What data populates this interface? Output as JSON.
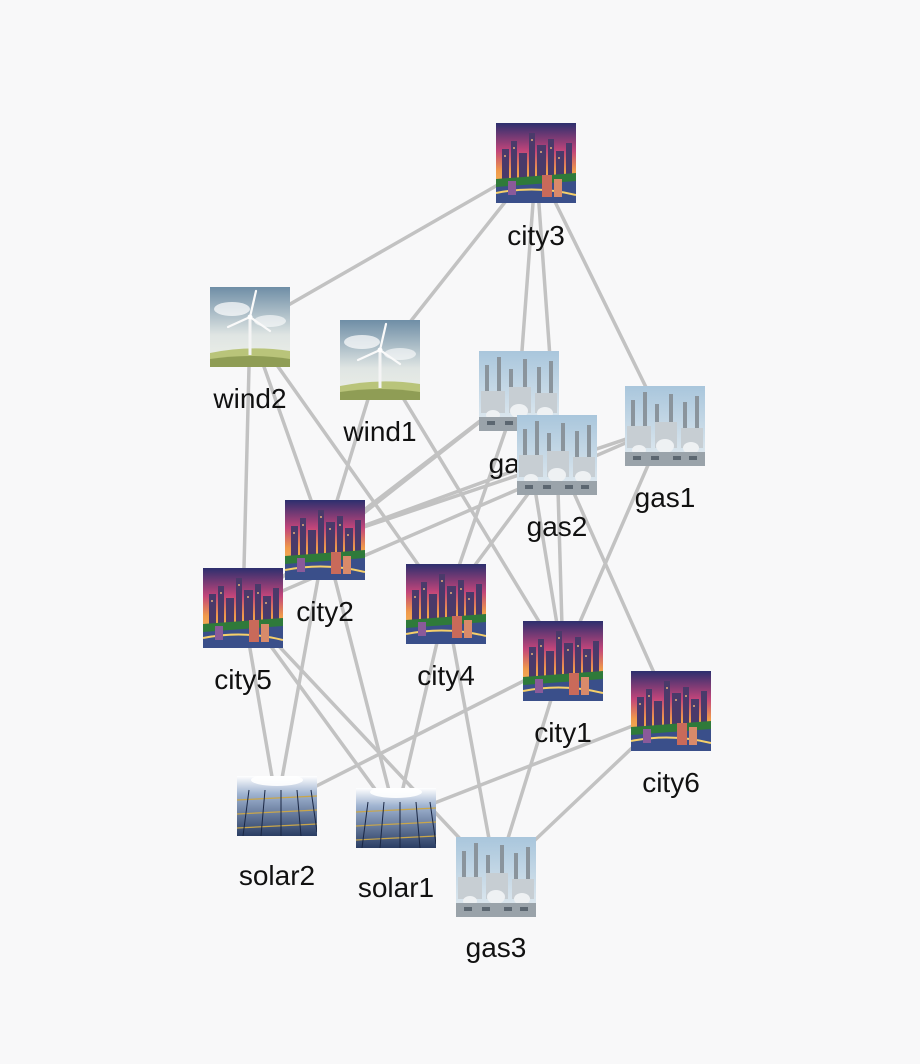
{
  "graph": {
    "nodes": [
      {
        "id": "city3",
        "label": "city3",
        "kind": "city"
      },
      {
        "id": "wind2",
        "label": "wind2",
        "kind": "wind"
      },
      {
        "id": "wind1",
        "label": "wind1",
        "kind": "wind"
      },
      {
        "id": "gas4",
        "label": "gas4",
        "kind": "gas"
      },
      {
        "id": "gas2",
        "label": "gas2",
        "kind": "gas"
      },
      {
        "id": "gas1",
        "label": "gas1",
        "kind": "gas"
      },
      {
        "id": "city2",
        "label": "city2",
        "kind": "city"
      },
      {
        "id": "city5",
        "label": "city5",
        "kind": "city"
      },
      {
        "id": "city4",
        "label": "city4",
        "kind": "city"
      },
      {
        "id": "city1",
        "label": "city1",
        "kind": "city"
      },
      {
        "id": "city6",
        "label": "city6",
        "kind": "city"
      },
      {
        "id": "solar2",
        "label": "solar2",
        "kind": "solar"
      },
      {
        "id": "solar1",
        "label": "solar1",
        "kind": "solar"
      },
      {
        "id": "gas3",
        "label": "gas3",
        "kind": "gas"
      }
    ],
    "edges": [
      [
        "city3",
        "wind2"
      ],
      [
        "city3",
        "wind1"
      ],
      [
        "city3",
        "gas4"
      ],
      [
        "city3",
        "gas2"
      ],
      [
        "city3",
        "gas1"
      ],
      [
        "wind2",
        "city5"
      ],
      [
        "wind2",
        "city2"
      ],
      [
        "wind2",
        "city4"
      ],
      [
        "wind1",
        "city2"
      ],
      [
        "wind1",
        "city1"
      ],
      [
        "gas4",
        "city5"
      ],
      [
        "gas4",
        "city2"
      ],
      [
        "gas4",
        "city4"
      ],
      [
        "gas4",
        "city1"
      ],
      [
        "gas2",
        "city2"
      ],
      [
        "gas2",
        "city4"
      ],
      [
        "gas2",
        "city1"
      ],
      [
        "gas2",
        "city6"
      ],
      [
        "gas1",
        "city5"
      ],
      [
        "gas1",
        "city2"
      ],
      [
        "gas1",
        "city1"
      ],
      [
        "city2",
        "solar2"
      ],
      [
        "city2",
        "solar1"
      ],
      [
        "city5",
        "solar2"
      ],
      [
        "city5",
        "solar1"
      ],
      [
        "city5",
        "gas3"
      ],
      [
        "city4",
        "solar1"
      ],
      [
        "city4",
        "gas3"
      ],
      [
        "city1",
        "solar2"
      ],
      [
        "city1",
        "gas3"
      ],
      [
        "city6",
        "solar1"
      ],
      [
        "city6",
        "gas3"
      ]
    ]
  },
  "colors": {
    "background": "#f8f8f9",
    "edge": "#c2c2c2",
    "label": "#111111"
  }
}
